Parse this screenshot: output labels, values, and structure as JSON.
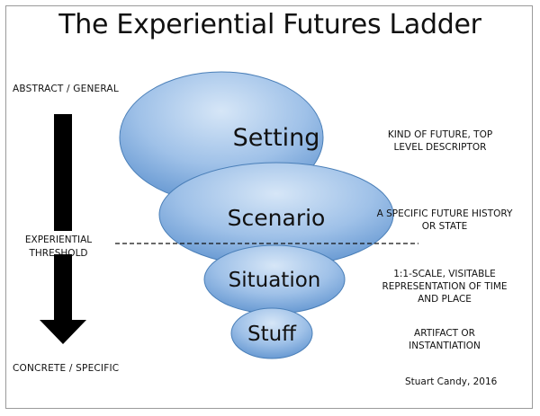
{
  "title": "The Experiential Futures Ladder",
  "top_label": "ABSTRACT / GENERAL",
  "bottom_label": "CONCRETE / SPECIFIC",
  "threshold_label": [
    "EXPERIENTIAL",
    "THRESHOLD"
  ],
  "rungs": [
    {
      "label": "Setting",
      "description": [
        "KIND OF FUTURE, TOP",
        "LEVEL DESCRIPTOR"
      ]
    },
    {
      "label": "Scenario",
      "description": [
        "A SPECIFIC FUTURE HISTORY",
        "OR STATE"
      ]
    },
    {
      "label": "Situation",
      "description": [
        "1:1-SCALE,  VISITABLE",
        "REPRESENTATION OF TIME",
        "AND PLACE"
      ]
    },
    {
      "label": "Stuff",
      "description": [
        "ARTIFACT OR",
        "INSTANTIATION"
      ]
    }
  ],
  "credit": "Stuart Candy, 2016",
  "colors": {
    "ellipse_light": "#bcd6f1",
    "ellipse_dark": "#5f93cf",
    "ellipse_stroke": "#4a7fb8"
  }
}
